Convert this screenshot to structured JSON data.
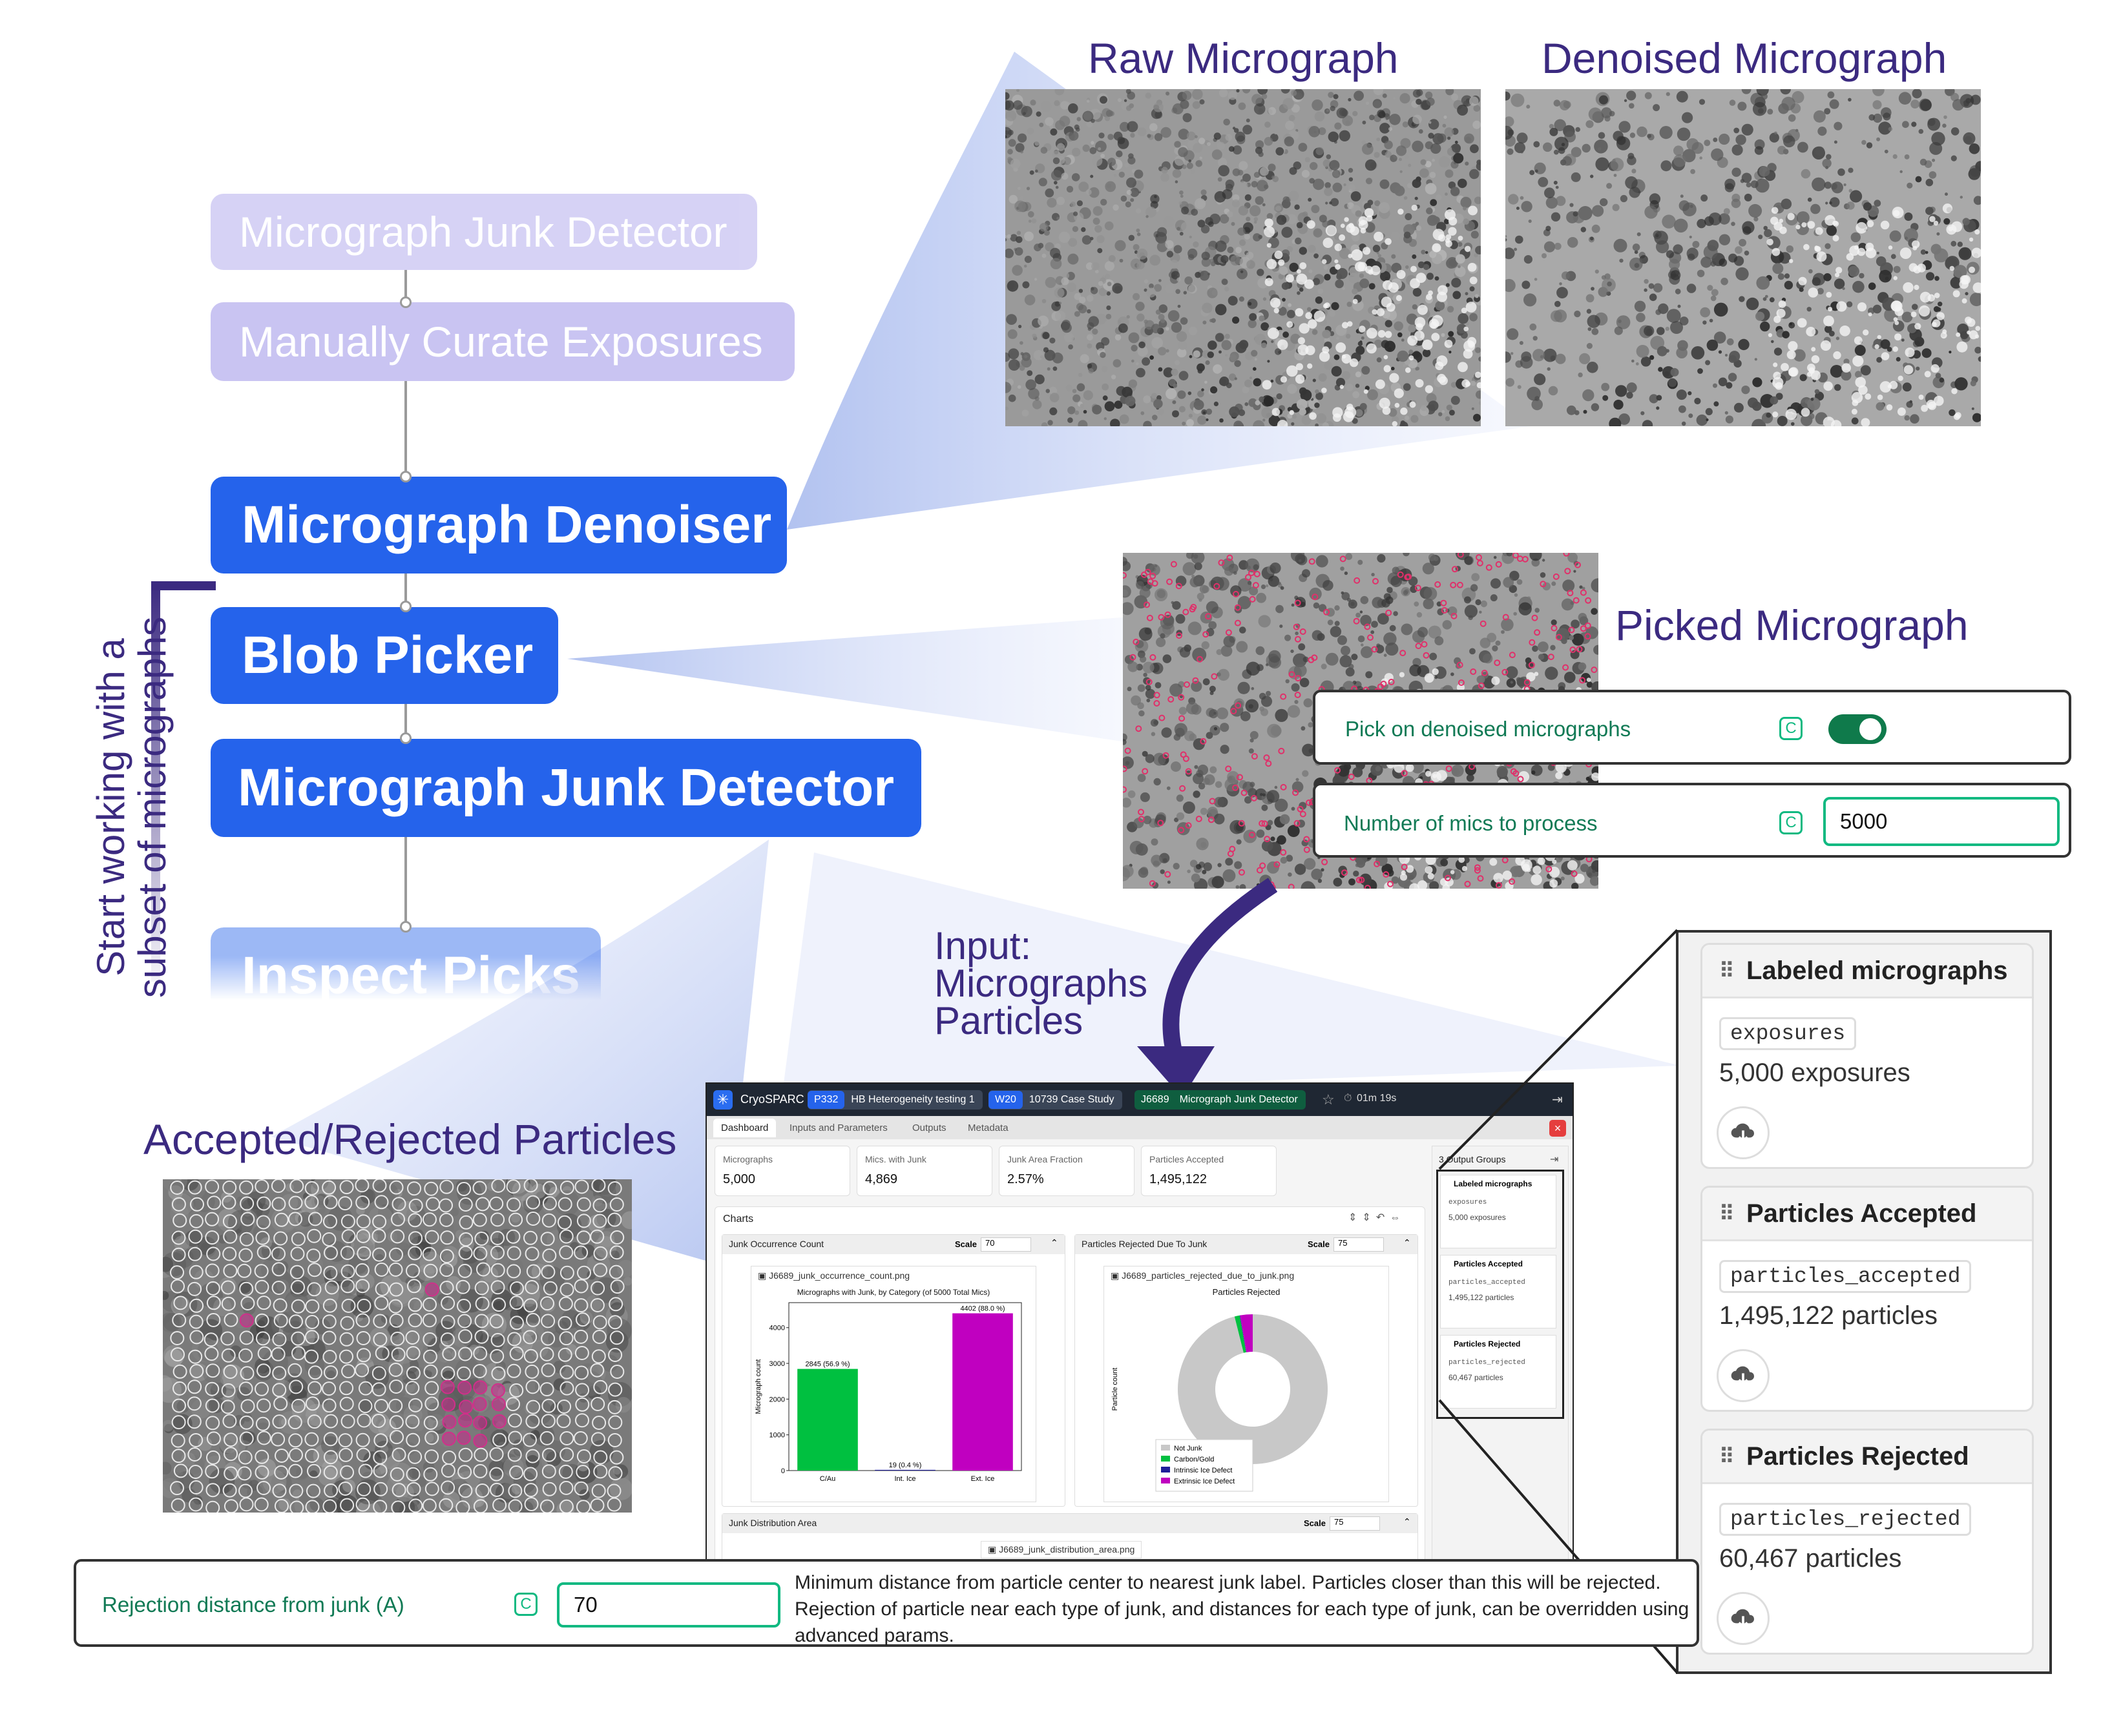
{
  "pipeline": {
    "nodes": [
      {
        "label": "Micrograph Junk Detector"
      },
      {
        "label": "Manually Curate Exposures"
      },
      {
        "label": "Micrograph Denoiser"
      },
      {
        "label": "Blob Picker"
      },
      {
        "label": "Micrograph Junk Detector"
      },
      {
        "label": "Inspect Picks"
      }
    ],
    "side_label_line1": "Start working with a",
    "side_label_line2": "subset of micrographs"
  },
  "headings": {
    "raw": "Raw Micrograph",
    "denoised": "Denoised Micrograph",
    "picked": "Picked Micrograph",
    "accepted_rejected": "Accepted/Rejected Particles",
    "input_line1": "Input:",
    "input_line2": "Micrographs",
    "input_line3": "Particles"
  },
  "params": {
    "pick_denoised": {
      "label": "Pick on denoised micrographs",
      "badge": "C",
      "enabled": true
    },
    "num_mics": {
      "label": "Number of mics to process",
      "badge": "C",
      "value": "5000"
    },
    "rejection": {
      "label": "Rejection distance from junk (A)",
      "badge": "C",
      "value": "70",
      "help": "Minimum distance from particle center to nearest junk label. Particles closer than this will be rejected. Rejection of particle near each type of junk, and distances for each type of junk, can be overridden using advanced params."
    }
  },
  "outputs": [
    {
      "title": "Labeled micrographs",
      "tag": "exposures",
      "count": "5,000 exposures"
    },
    {
      "title": "Particles Accepted",
      "tag": "particles_accepted",
      "count": "1,495,122 particles"
    },
    {
      "title": "Particles Rejected",
      "tag": "particles_rejected",
      "count": "60,467 particles"
    }
  ],
  "app": {
    "brand": "CryoSPARC",
    "crumbs": [
      {
        "id": "P332",
        "name": "HB Heterogeneity testing 1"
      },
      {
        "id": "W20",
        "name": "10739 Case Study"
      },
      {
        "id": "J6689",
        "name": "Micrograph Junk Detector"
      }
    ],
    "timer": "01m 19s",
    "tabs": [
      "Dashboard",
      "Inputs and Parameters",
      "Outputs",
      "Metadata"
    ],
    "stats": [
      {
        "label": "Micrographs",
        "value": "5,000"
      },
      {
        "label": "Mics. with Junk",
        "value": "4,869"
      },
      {
        "label": "Junk Area Fraction",
        "value": "2.57%"
      },
      {
        "label": "Particles Accepted",
        "value": "1,495,122"
      }
    ],
    "charts_title": "Charts",
    "panel1": {
      "title": "Junk Occurrence Count",
      "scale_label": "Scale",
      "scale": "70",
      "file": "J6689_junk_occurrence_count.png"
    },
    "panel2": {
      "title": "Particles Rejected Due To Junk",
      "scale_label": "Scale",
      "scale": "75",
      "file": "J6689_particles_rejected_due_to_junk.png"
    },
    "panel3": {
      "title": "Junk Distribution Area",
      "scale_label": "Scale",
      "scale": "75",
      "file": "J6689_junk_distribution_area.png"
    },
    "sidebar_title": "3 Output Groups",
    "sidebar_items": [
      {
        "title": "Labeled micrographs",
        "tag": "exposures",
        "count": "5,000 exposures"
      },
      {
        "title": "Particles Accepted",
        "tag": "particles_accepted",
        "count": "1,495,122 particles"
      },
      {
        "title": "Particles Rejected",
        "tag": "particles_rejected",
        "count": "60,467 particles"
      }
    ]
  },
  "chart_data": [
    {
      "type": "bar",
      "title": "Micrographs with Junk, by Category (of 5000 Total Mics)",
      "ylabel": "Micrograph count",
      "categories": [
        "C/Au",
        "Int. Ice",
        "Ext. Ice"
      ],
      "values": [
        2845,
        19,
        4402
      ],
      "data_labels": [
        "2845 (56.9 %)",
        "19 (0.4 %)",
        "4402 (88.0 %)"
      ],
      "colors": [
        "#00c040",
        "#1e1e99",
        "#c000c0"
      ],
      "yticks": [
        0,
        1000,
        2000,
        3000,
        4000
      ],
      "ylim": [
        0,
        4700
      ]
    },
    {
      "type": "pie",
      "title": "Particles Rejected",
      "ylabel": "Particle count",
      "labels": [
        "Not Junk",
        "Carbon/Gold",
        "Intrinsic Ice Defect",
        "Extrinsic Ice Defect"
      ],
      "values": [
        96.1,
        1.1,
        0.1,
        2.7
      ],
      "colors": [
        "#c8c8c8",
        "#00c040",
        "#1e1e99",
        "#c000c0"
      ]
    }
  ]
}
